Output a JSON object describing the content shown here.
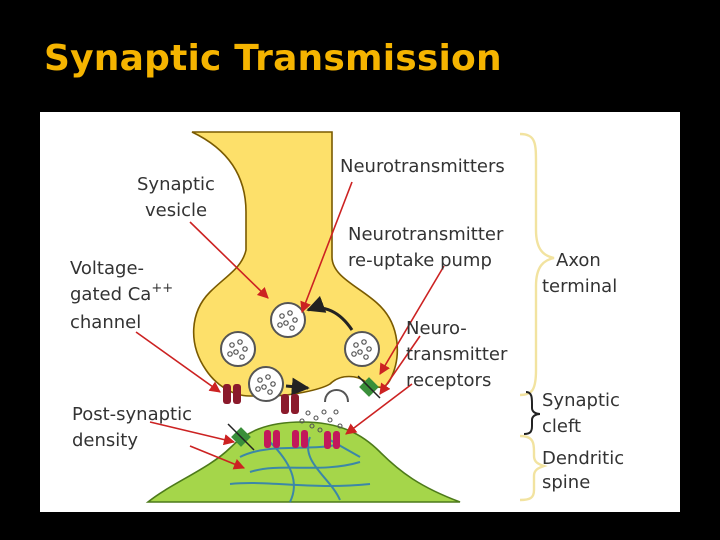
{
  "slide": {
    "title": "Synaptic Transmission"
  },
  "diagram": {
    "labels": {
      "synaptic_vesicle": [
        "Synaptic",
        "vesicle"
      ],
      "neurotransmitters": "Neurotransmitters",
      "reuptake_pump": [
        "Neurotransmitter",
        "re-uptake pump"
      ],
      "voltage_gated_ca_channel": [
        "Voltage-",
        "gated Ca",
        "++",
        "channel"
      ],
      "receptors": [
        "Neuro-",
        "transmitter",
        "receptors"
      ],
      "post_synaptic_density": [
        "Post-synaptic",
        "density"
      ],
      "axon_terminal": [
        "Axon",
        "terminal"
      ],
      "synaptic_cleft": [
        "Synaptic",
        "cleft"
      ],
      "dendritic_spine": [
        "Dendritic",
        "spine"
      ]
    },
    "colors": {
      "axon": "#fde06a",
      "spine": "#a5d64a",
      "arrow": "#cc2222",
      "channel": "#8b1a2c",
      "receptor": "#c2185b",
      "pump": "#3a8f3a",
      "bracket": "#f2e3a0",
      "label": "#333333",
      "title": "#f5b400"
    }
  }
}
